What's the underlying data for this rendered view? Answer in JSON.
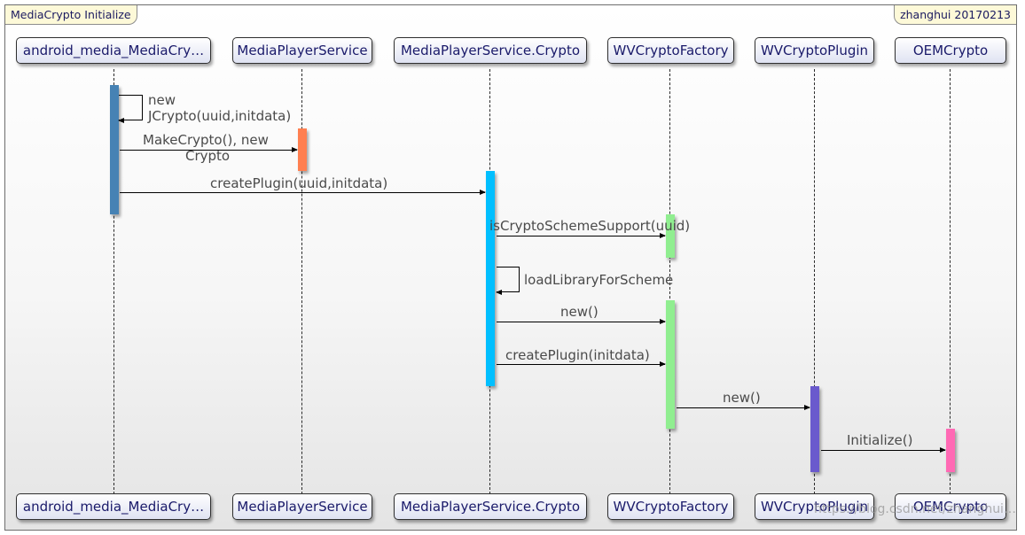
{
  "title": "MediaCrypto Initialize",
  "author": "zhanghui 20170213",
  "participants": [
    "android_media_MediaCry…",
    "MediaPlayerService",
    "MediaPlayerService.Crypto",
    "WVCryptoFactory",
    "WVCryptoPlugin",
    "OEMCrypto"
  ],
  "messages": {
    "new_jcrypto": [
      "new",
      "JCrypto(uuid,initdata)"
    ],
    "make_crypto": [
      "MakeCrypto(), new",
      "Crypto"
    ],
    "create_plugin_uuid": "createPlugin(uuid,initdata)",
    "is_supported": "isCryptoSchemeSupport(uuid)",
    "load_library": "loadLibraryForScheme",
    "new_factory": "new()",
    "create_plugin": "createPlugin(initdata)",
    "new_plugin": "new()",
    "initialize": "Initialize()"
  },
  "colors": {
    "android_media": "#4682b4",
    "media_player_service": "#ff7f50",
    "crypto": "#00bfff",
    "factory": "#90ee90",
    "plugin": "#6a5acd",
    "oemcrypto": "#ff69b4"
  },
  "watermark": "https://blog.csdn.net/zhanghui…"
}
